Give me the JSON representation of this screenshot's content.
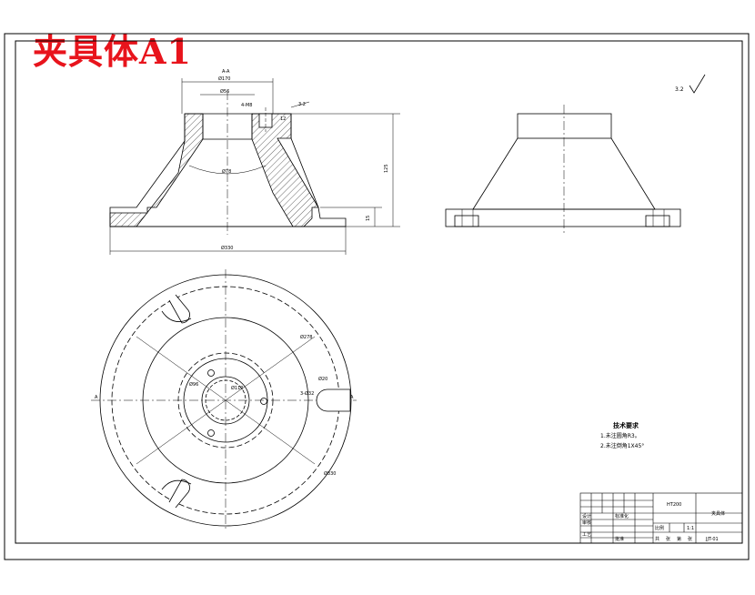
{
  "title": "夹具体A1",
  "dimensions": {
    "top_width_outer": "A-A",
    "d_outer_top": "Ø170",
    "d_inner_top": "Ø56",
    "bolt_spec": "4-M8",
    "dim_right": "12",
    "angle_label": "Ø78",
    "height_total": "125",
    "height_base": "15",
    "base_width": "Ø330",
    "roughness_main": "3.2",
    "pcd_outer": "Ø278",
    "pcd_inner": "Ø96",
    "slot_spec": "3-Ø32",
    "hole_spec": "Ø20",
    "center_spec": "Ø110",
    "outer_diameter": "Ø330",
    "section_mark": "A"
  },
  "roughness_corner": "3.2",
  "tech_requirements": {
    "heading": "技术要求",
    "items": [
      "1.未注圆角R3。",
      "2.未注倒角1X45°"
    ]
  },
  "title_block": {
    "part_name": "夹具体",
    "drawing_no": "JJT-01",
    "material": "HT200",
    "scale": "1:1",
    "labels": [
      "设计",
      "审核",
      "工艺",
      "标准化",
      "批准",
      "比例",
      "共",
      "张",
      "第",
      "张"
    ]
  }
}
